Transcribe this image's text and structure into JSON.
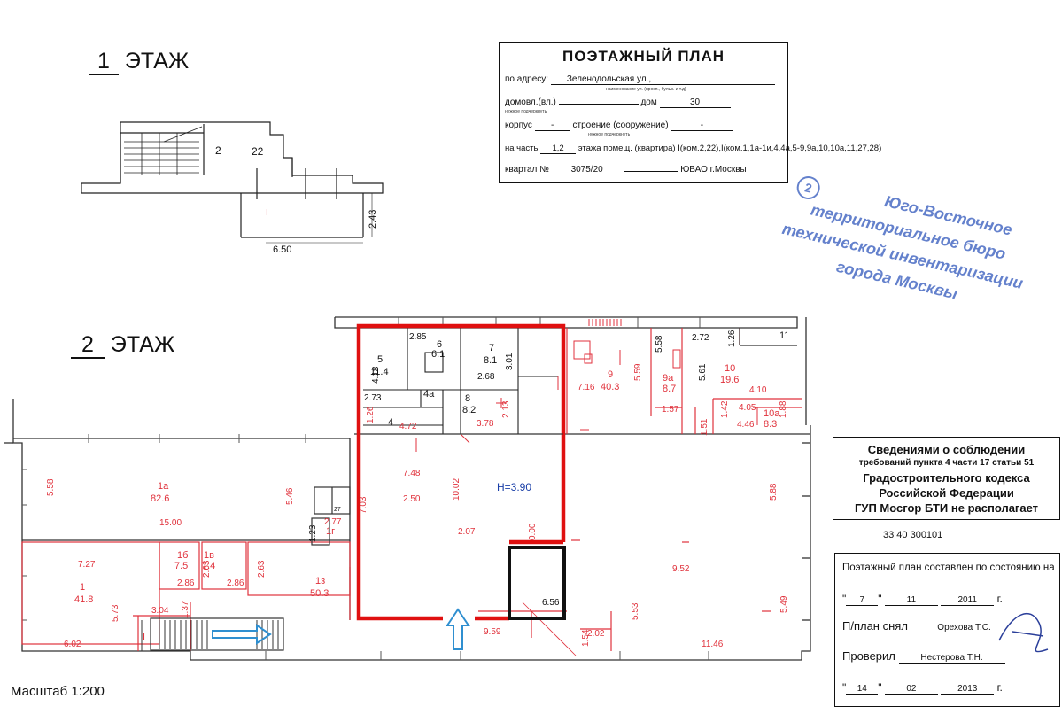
{
  "title_block": {
    "heading": "ПОЭТАЖНЫЙ ПЛАН",
    "address_label": "по адресу:",
    "address_value": "Зеленодольская ул.,",
    "address_hint": "наименование ул. (просп., бульв. и т.д)",
    "domovl_label": "домовл.(вл.)",
    "dom_label": "дом",
    "dom_value": "30",
    "domovl_hint": "нужное подчеркнуть",
    "korpus_label": "корпус",
    "korpus_value": "-",
    "stroenie_label": "строение (сооружение)",
    "stroenie_value": "-",
    "stroenie_hint": "нужное подчеркнуть",
    "part_label": "на часть",
    "part_value": "1,2",
    "floor_label": "этажа помещ. (квартира)",
    "rooms_value": "I(ком.2,22),I(ком.1,1а-1и,4,4а,5-9,9а,10,10а,11,27,28)",
    "kvartal_label": "квартал №",
    "kvartal_value": "3075/20",
    "district_value": "ЮВАО г.Москвы"
  },
  "floor1": {
    "label_num": "1",
    "label_text": "ЭТАЖ",
    "room_2": "2",
    "room_22": "22",
    "room_I": "I",
    "dim_width": "6.50",
    "dim_depth": "2.43"
  },
  "floor2": {
    "label_num": "2",
    "label_text": "ЭТАЖ",
    "height_label": "H=3.90"
  },
  "rooms": [
    {
      "num": "5",
      "area": "11.4"
    },
    {
      "num": "6",
      "area": "6.1"
    },
    {
      "num": "7",
      "area": "8.1"
    },
    {
      "num": "8",
      "area": "8.2"
    },
    {
      "num": "4а",
      "area": ""
    },
    {
      "num": "4",
      "area": ""
    },
    {
      "num": "9",
      "area": "40.3"
    },
    {
      "num": "9а",
      "area": "8.7"
    },
    {
      "num": "10",
      "area": "19.6"
    },
    {
      "num": "10а",
      "area": "8.3"
    },
    {
      "num": "11",
      "area": ""
    },
    {
      "num": "1а",
      "area": "82.6"
    },
    {
      "num": "1",
      "area": "41.8"
    },
    {
      "num": "1б",
      "area": "7.5"
    },
    {
      "num": "1в",
      "area": "7.4"
    },
    {
      "num": "1г",
      "area": ""
    },
    {
      "num": "1з",
      "area": "50.3"
    },
    {
      "num": "I",
      "area": ""
    }
  ],
  "dimensions": [
    "2.85",
    "4.18",
    "2.73",
    "2.68",
    "3.01",
    "2.13",
    "1.26",
    "4.72",
    "3.78",
    "7.16",
    "5.59",
    "5.58",
    "2.72",
    "1.26",
    "5.61",
    "4.10",
    "1.57",
    "4.05",
    "1.42",
    "1.51",
    "4.46",
    "1.88",
    "7.48",
    "10.02",
    "7.03",
    "2.50",
    "2.07",
    "0.00",
    "5.58",
    "5.46",
    "15.00",
    "7.27",
    "2.86",
    "2.63",
    "2.86",
    "2.63",
    "5.73",
    "1.37",
    "3.04",
    "6.02",
    "1.23",
    "2.77",
    "27",
    "5.88",
    "9.52",
    "5.53",
    "6.56",
    "9.59",
    "2.02",
    "1.54",
    "5.49",
    "11.46"
  ],
  "stamp": {
    "number": "2",
    "lines": [
      "Юго-Восточное",
      "территориальное бюро",
      "технической инвентаризации",
      "города Москвы"
    ]
  },
  "info_box": {
    "line1": "Сведениями о соблюдении",
    "line2": "требований пункта 4 части 17 статьи 51",
    "line3": "Градостроительного кодекса",
    "line4": "Российской Федерации",
    "line5": "ГУП Мосгор БТИ не располагает"
  },
  "doc_code": "33 40 300101",
  "state_box": {
    "heading": "Поэтажный план составлен по состоянию на",
    "day1": "7",
    "month1": "11",
    "year1": "2011",
    "year_suffix": "г.",
    "made_by_label": "П/план снял",
    "made_by_value": "Орехова Т.С.",
    "checked_label": "Проверил",
    "checked_value": "Нестерова Т.Н.",
    "day2": "14",
    "month2": "02",
    "year2": "2013"
  },
  "scale_label": "Масштаб 1:200",
  "colors": {
    "plan_red": "#e0323c",
    "highlight_red": "#e01010",
    "stamp_blue": "#4a6cc4",
    "arrow_blue": "#2f8fd0"
  }
}
